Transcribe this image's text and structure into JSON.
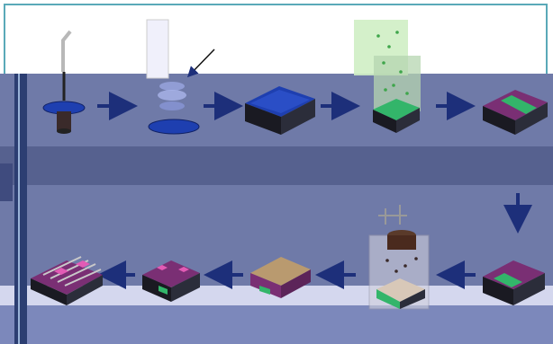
{
  "colors": {
    "band_main": "#6f7aa8",
    "band_dark": "#56618f",
    "band_light": "#d4d7ee",
    "frame": "#5aa9b8",
    "arrow": "#1d2f7a",
    "substrate_dark": "#2b2d3a",
    "substrate_purple": "#7a2f74",
    "layer_blue": "#1e3fb0",
    "layer_green": "#33b56a",
    "layer_tan": "#b99a6f",
    "pad_pink": "#e25bb5"
  },
  "steps": [
    {
      "name": "spin-coating",
      "icon": "spin-coater-icon"
    },
    {
      "name": "exposure",
      "icon": "uv-exposure-icon"
    },
    {
      "name": "patterned-resist",
      "icon": "blue-block-icon"
    },
    {
      "name": "deposition",
      "icon": "deposition-chamber-icon"
    },
    {
      "name": "lift-off",
      "icon": "green-strip-block-icon"
    },
    {
      "name": "device-block",
      "icon": "purple-green-block-icon"
    },
    {
      "name": "sputtering",
      "icon": "sputter-chamber-icon"
    },
    {
      "name": "capping-layer",
      "icon": "tan-block-icon"
    },
    {
      "name": "contact-pads",
      "icon": "pad-block-icon"
    },
    {
      "name": "final-device",
      "icon": "wired-device-icon"
    }
  ]
}
